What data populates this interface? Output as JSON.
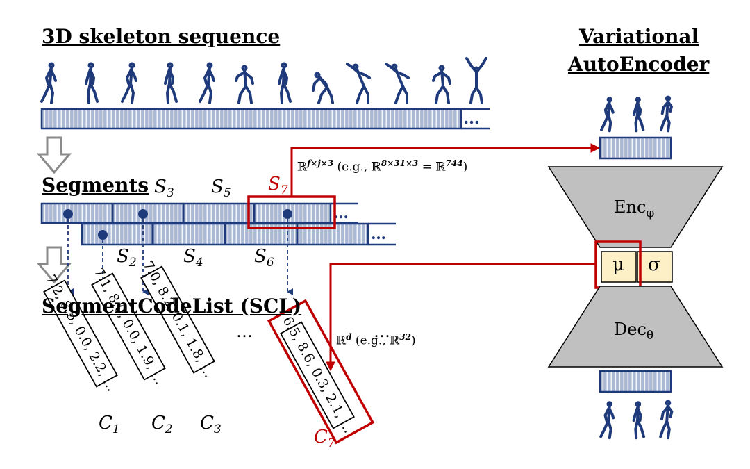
{
  "headings": {
    "sequence": "3D skeleton  sequence",
    "segments": "Segments",
    "scl": "SegmentCodeList  (SCL)",
    "vae_line1": "Variational",
    "vae_line2": "AutoEncoder"
  },
  "segment_labels": {
    "s2": {
      "main": "S",
      "sub": "2"
    },
    "s3": {
      "main": "S",
      "sub": "3"
    },
    "s4": {
      "main": "S",
      "sub": "4"
    },
    "s5": {
      "main": "S",
      "sub": "5"
    },
    "s6": {
      "main": "S",
      "sub": "6"
    },
    "s7": {
      "main": "S",
      "sub": "7"
    }
  },
  "math": {
    "input_space": "ℝ",
    "input_space_sup": "f×j×3",
    "input_example": " (e.g.,  ℝ",
    "input_example_sup1": "8×31×3",
    "input_example_eq": " = ℝ",
    "input_example_sup2": "744",
    "input_example_close": ")",
    "latent_space": "ℝ",
    "latent_space_sup": "d",
    "latent_example": " (e.g.,  ℝ",
    "latent_example_sup": "32",
    "latent_example_close": ")"
  },
  "codes": [
    {
      "text": "7.2, 8.5, 0.0, 2.2, …",
      "label": {
        "main": "C",
        "sub": "1"
      }
    },
    {
      "text": "7.1, 8.0, 0.0, 1.9, …",
      "label": {
        "main": "C",
        "sub": "2"
      }
    },
    {
      "text": "7.0, 8.2, 0.1, 1.8, …",
      "label": {
        "main": "C",
        "sub": "3"
      }
    },
    {
      "text": "6.5, 8.6, 0.3, 2.1, …",
      "label": {
        "main": "C",
        "sub": "7"
      }
    }
  ],
  "ellipsis": "…",
  "encoder": {
    "main": "Enc",
    "sub": "φ"
  },
  "decoder": {
    "main": "Dec",
    "sub": "θ"
  },
  "latent": {
    "mu": "μ",
    "sigma": "σ"
  },
  "colors": {
    "skeleton": "#1f3a7a",
    "bar_fill": "#aab8d4",
    "bar_stripe": "#f2f4f8",
    "bar_border": "#1f3a7a",
    "highlight": "#c00000",
    "vae_gray": "#c0c0c0",
    "latent_fill": "#fdefc6",
    "arrow_gray": "#9a9a9a"
  },
  "icons": {
    "down_arrow": "hollow-down-arrow-icon",
    "skeleton": "walking-skeleton-icon",
    "segment_center": "dot-marker-icon"
  }
}
